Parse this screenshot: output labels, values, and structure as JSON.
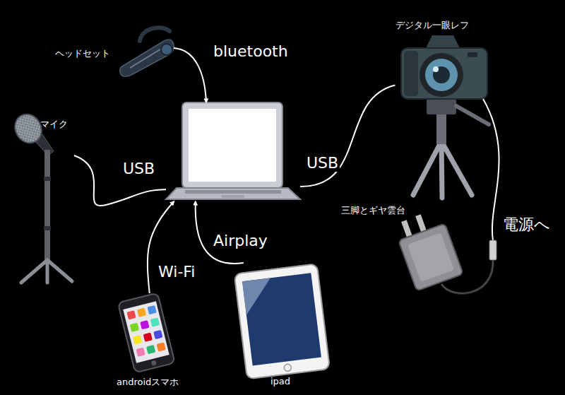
{
  "diagram": {
    "nodes": [
      {
        "text": [
          "ヘッドセット"
        ]
      },
      {
        "text": [
          "デジタル一眼レフ",
          "三脚とギヤ雲台"
        ]
      },
      {
        "text": [
          "マイク"
        ]
      },
      {
        "text": []
      },
      {
        "text": [
          "androidスマホ"
        ]
      },
      {
        "text": [
          "ipad"
        ]
      }
    ],
    "edges": [
      {
        "from": 0,
        "to": 3,
        "arrow": "to",
        "label": "bluetooth"
      },
      {
        "from": 2,
        "to": 3,
        "arrow": "none",
        "label": "USB"
      },
      {
        "from": 1,
        "to": 3,
        "arrow": "none",
        "label": "USB"
      },
      {
        "from": 4,
        "to": 3,
        "arrow": "to",
        "label": "Wi-Fi"
      },
      {
        "from": 5,
        "to": 3,
        "arrow": "to",
        "label": "Airplay"
      }
    ],
    "labels": [
      "電源へ"
    ]
  }
}
